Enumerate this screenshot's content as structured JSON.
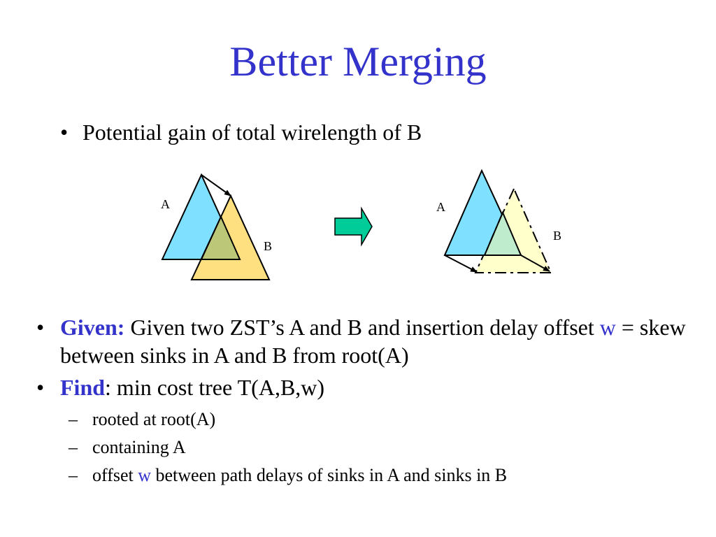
{
  "title": "Better Merging",
  "bullet1": "Potential gain of total wirelength of B",
  "diagram": {
    "label_a": "A",
    "label_b": "B",
    "colors": {
      "tree_a": "#80e0ff",
      "tree_b_left": "#ffe080",
      "overlap_left": "#bcc878",
      "tree_b_right": "#ffffcc",
      "overlap_right": "#bfeccc",
      "arrow": "#00cc99"
    },
    "icons": [
      "right-arrow-icon"
    ]
  },
  "given": {
    "keyword": "Given:",
    "text_1": " Given two ZST’s A and B and insertion delay offset ",
    "var_w": "w",
    "text_2": " = skew between sinks in A and B from root(A)"
  },
  "find": {
    "keyword": "Find",
    "text": ": min cost tree T(A,B,w)"
  },
  "sub_items": {
    "item_1": "rooted at root(A)",
    "item_2": "containing A",
    "item_3_before": "offset ",
    "item_3_var": "w",
    "item_3_after": " between path delays of sinks in A and sinks in B"
  }
}
